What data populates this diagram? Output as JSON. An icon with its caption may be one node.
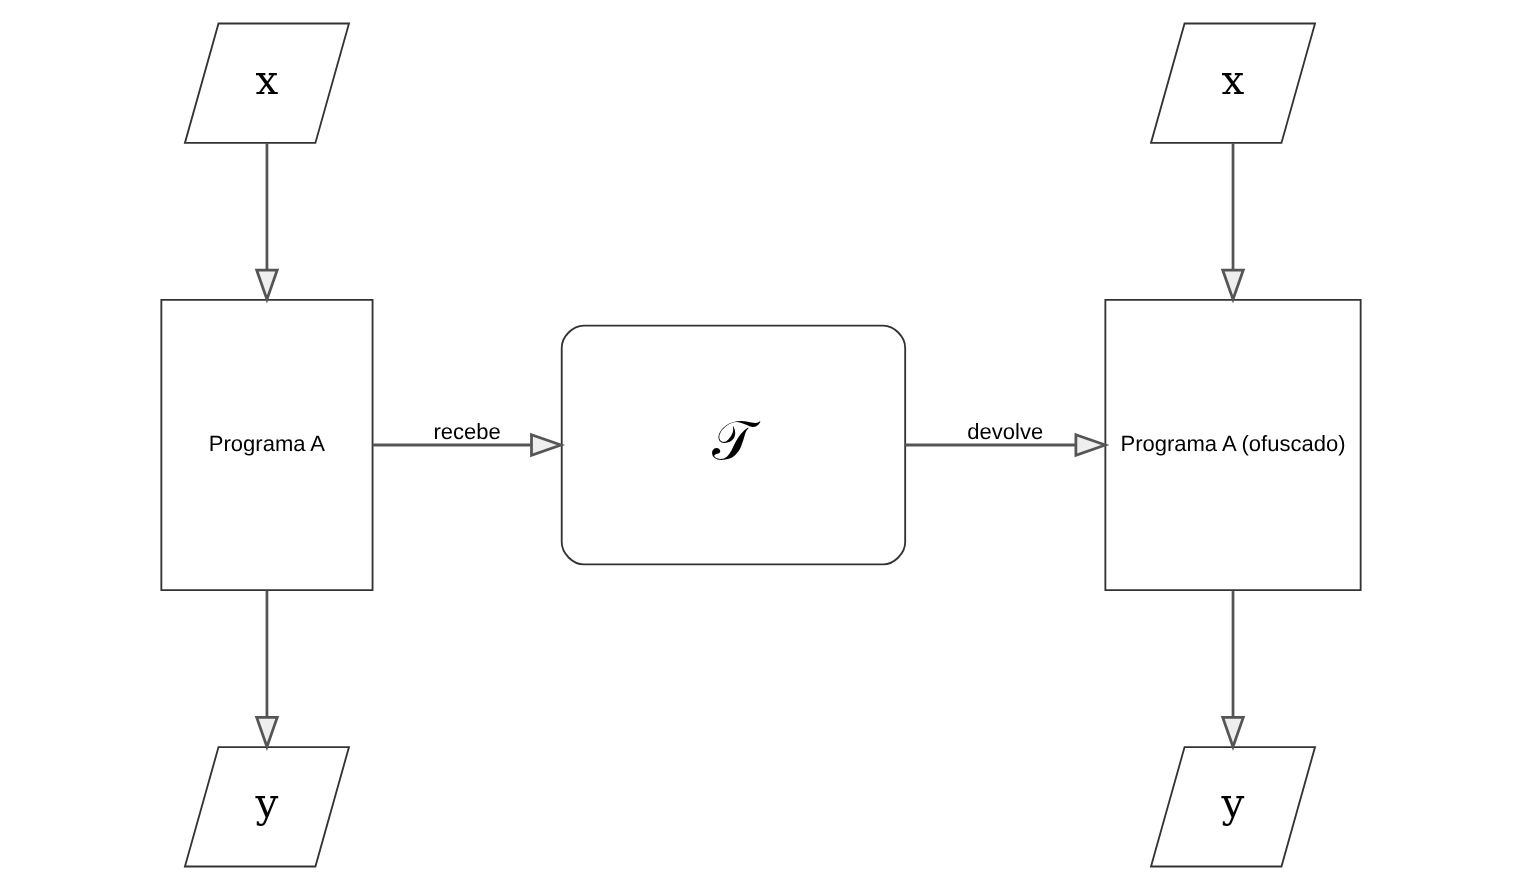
{
  "diagram": {
    "nodes": [
      {
        "text": [
          "x"
        ]
      },
      {
        "text": [
          "Programa A"
        ]
      },
      {
        "text": [
          "y"
        ]
      },
      {
        "text": [
          "𝒯"
        ]
      },
      {
        "text": [
          "x"
        ]
      },
      {
        "text": [
          "Programa A (ofuscado)"
        ]
      },
      {
        "text": [
          "y"
        ]
      }
    ],
    "edges": [
      {
        "from": 0,
        "to": 1,
        "arrow": "to"
      },
      {
        "from": 1,
        "to": 2,
        "arrow": "to"
      },
      {
        "from": 1,
        "to": 3,
        "arrow": "to",
        "label": "recebe"
      },
      {
        "from": 3,
        "to": 5,
        "arrow": "to",
        "label": "devolve"
      },
      {
        "from": 4,
        "to": 5,
        "arrow": "to"
      },
      {
        "from": 5,
        "to": 6,
        "arrow": "to"
      }
    ]
  }
}
